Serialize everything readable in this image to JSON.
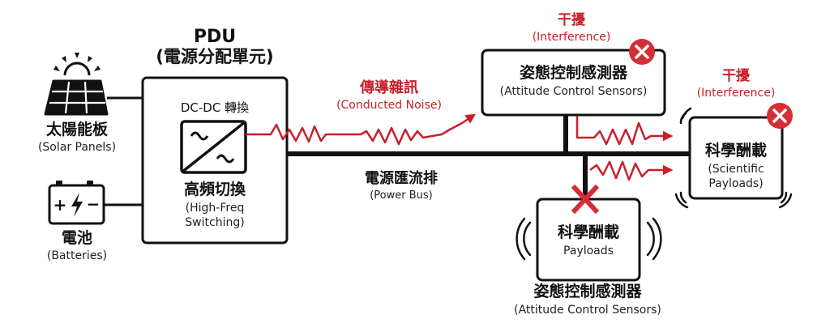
{
  "colors": {
    "line": "#111111",
    "noise": "#c8202a",
    "badge": "#d42e36",
    "background": "#ffffff"
  },
  "sources": {
    "solar": {
      "label_zh": "太陽能板",
      "label_en": "(Solar Panels)",
      "icon": "solar-panel-icon"
    },
    "battery": {
      "label_zh": "電池",
      "label_en": "(Batteries)",
      "icon": "battery-icon",
      "plus": "+",
      "minus": "−"
    }
  },
  "pdu": {
    "title": "PDU",
    "subtitle": "(電源分配單元)",
    "converter_label": "DC-DC 轉換",
    "converter_icon": "dc-dc-converter-icon",
    "switching_zh": "高頻切換",
    "switching_en_line1": "(High-Freq",
    "switching_en_line2": "Switching)"
  },
  "noise": {
    "label_zh": "傳導雜訊",
    "label_en": "(Conducted Noise)"
  },
  "bus": {
    "label_zh": "電源匯流排",
    "label_en": "(Power Bus)"
  },
  "attitude_sensors_top": {
    "interference_zh": "干擾",
    "interference_en": "(Interference)",
    "label_zh": "姿態控制感測器",
    "label_en": "(Attitude Control Sensors)",
    "status_icon": "error-x-icon"
  },
  "scientific_payloads_right": {
    "interference_zh": "干擾",
    "interference_en": "(Interference)",
    "label_zh": "科學酬載",
    "label_en_line1": "(Scientific",
    "label_en_line2": "Payloads)",
    "status_icon": "error-x-icon"
  },
  "payloads_bottom": {
    "label_zh": "科學酬載",
    "label_en": "Payloads",
    "caption_zh": "姿態控制感測器",
    "caption_en": "(Attitude Control Sensors)",
    "status_icon": "blocked-x-icon"
  }
}
